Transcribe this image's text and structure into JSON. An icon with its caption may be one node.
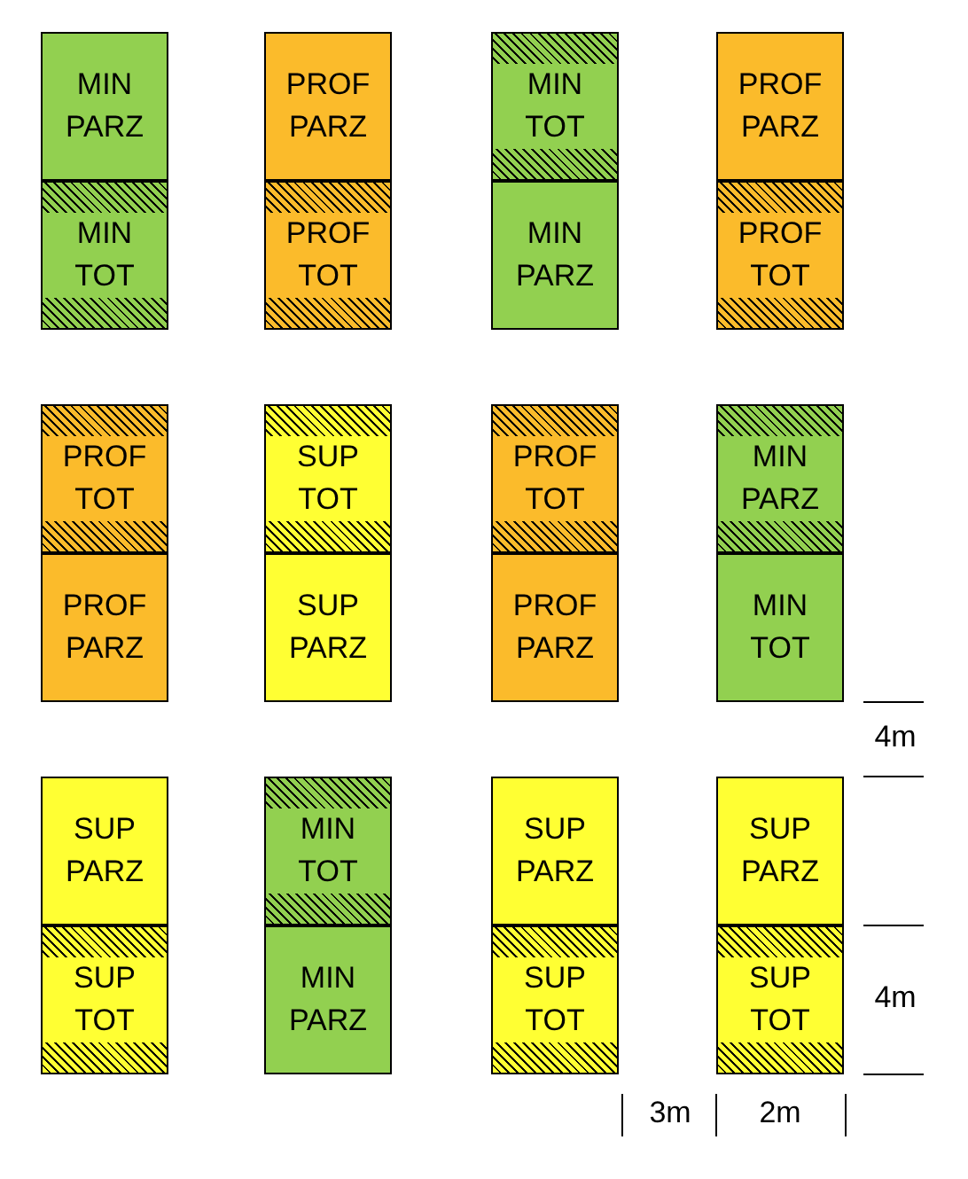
{
  "diagram": {
    "nodes": [
      {
        "text": [
          "MIN PARZ"
        ]
      },
      {
        "text": [
          "PROF PARZ"
        ]
      },
      {
        "text": [
          "MIN TOT"
        ]
      },
      {
        "text": [
          "PROF PARZ"
        ]
      },
      {
        "text": [
          "MIN TOT"
        ]
      },
      {
        "text": [
          "PROF TOT"
        ]
      },
      {
        "text": [
          "MIN PARZ"
        ]
      },
      {
        "text": [
          "PROF TOT"
        ]
      },
      {
        "text": [
          "PROF TOT"
        ]
      },
      {
        "text": [
          "SUP TOT"
        ]
      },
      {
        "text": [
          "PROF TOT"
        ]
      },
      {
        "text": [
          "MIN PARZ"
        ]
      },
      {
        "text": [
          "PROF PARZ"
        ]
      },
      {
        "text": [
          "SUP PARZ"
        ]
      },
      {
        "text": [
          "PROF PARZ"
        ]
      },
      {
        "text": [
          "MIN TOT"
        ]
      },
      {
        "text": [
          "SUP PARZ"
        ]
      },
      {
        "text": [
          "MIN TOT"
        ]
      },
      {
        "text": [
          "SUP PARZ"
        ]
      },
      {
        "text": [
          "SUP PARZ"
        ]
      },
      {
        "text": [
          "SUP TOT"
        ]
      },
      {
        "text": [
          "MIN PARZ"
        ]
      },
      {
        "text": [
          "SUP TOT"
        ]
      },
      {
        "text": [
          "SUP TOT"
        ]
      }
    ],
    "labels": [
      "4m",
      "4m",
      "3m",
      "2m"
    ]
  }
}
